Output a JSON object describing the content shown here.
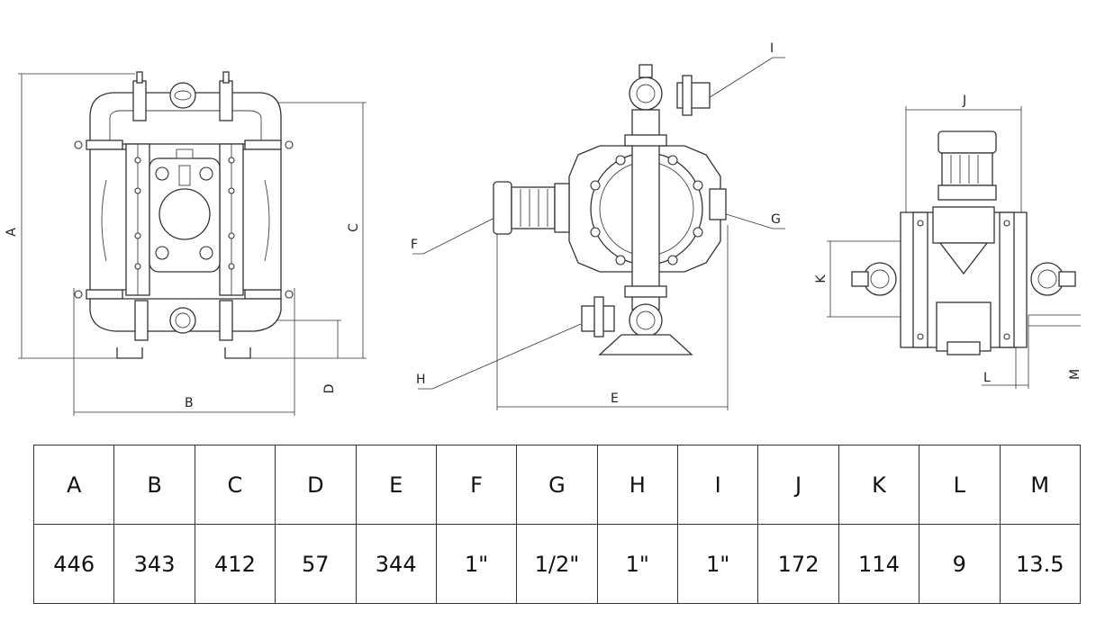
{
  "drawing": {
    "dimension_labels": [
      "A",
      "B",
      "C",
      "D",
      "E",
      "F",
      "G",
      "H",
      "I",
      "J",
      "K",
      "L",
      "M"
    ]
  },
  "table": {
    "headers": [
      "A",
      "B",
      "C",
      "D",
      "E",
      "F",
      "G",
      "H",
      "I",
      "J",
      "K",
      "L",
      "M"
    ],
    "values": [
      "446",
      "343",
      "412",
      "57",
      "344",
      "1\"",
      "1/2\"",
      "1\"",
      "1\"",
      "172",
      "114",
      "9",
      "13.5"
    ]
  }
}
